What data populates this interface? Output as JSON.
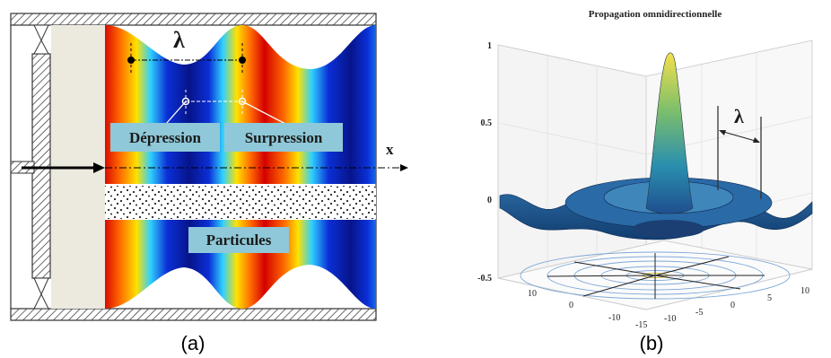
{
  "panel_a": {
    "wavelength_symbol": "λ",
    "depression_label": "Dépression",
    "surpression_label": "Surpression",
    "axis_label": "x",
    "particles_label": "Particules",
    "caption": "(a)",
    "colors": {
      "label_box": "#8fc8d8",
      "wall_hatch": "#444444",
      "piston_fill": "#ece9df"
    }
  },
  "panel_b": {
    "title": "Propagation omnidirectionnelle",
    "wavelength_symbol": "λ",
    "caption": "(b)",
    "z_ticks": [
      "1",
      "0.5",
      "0",
      "-0.5"
    ],
    "x_ticks": [
      "10",
      "0",
      "-10"
    ],
    "y_ticks": [
      "-15",
      "-10",
      "-5",
      "0",
      "5",
      "10"
    ]
  }
}
